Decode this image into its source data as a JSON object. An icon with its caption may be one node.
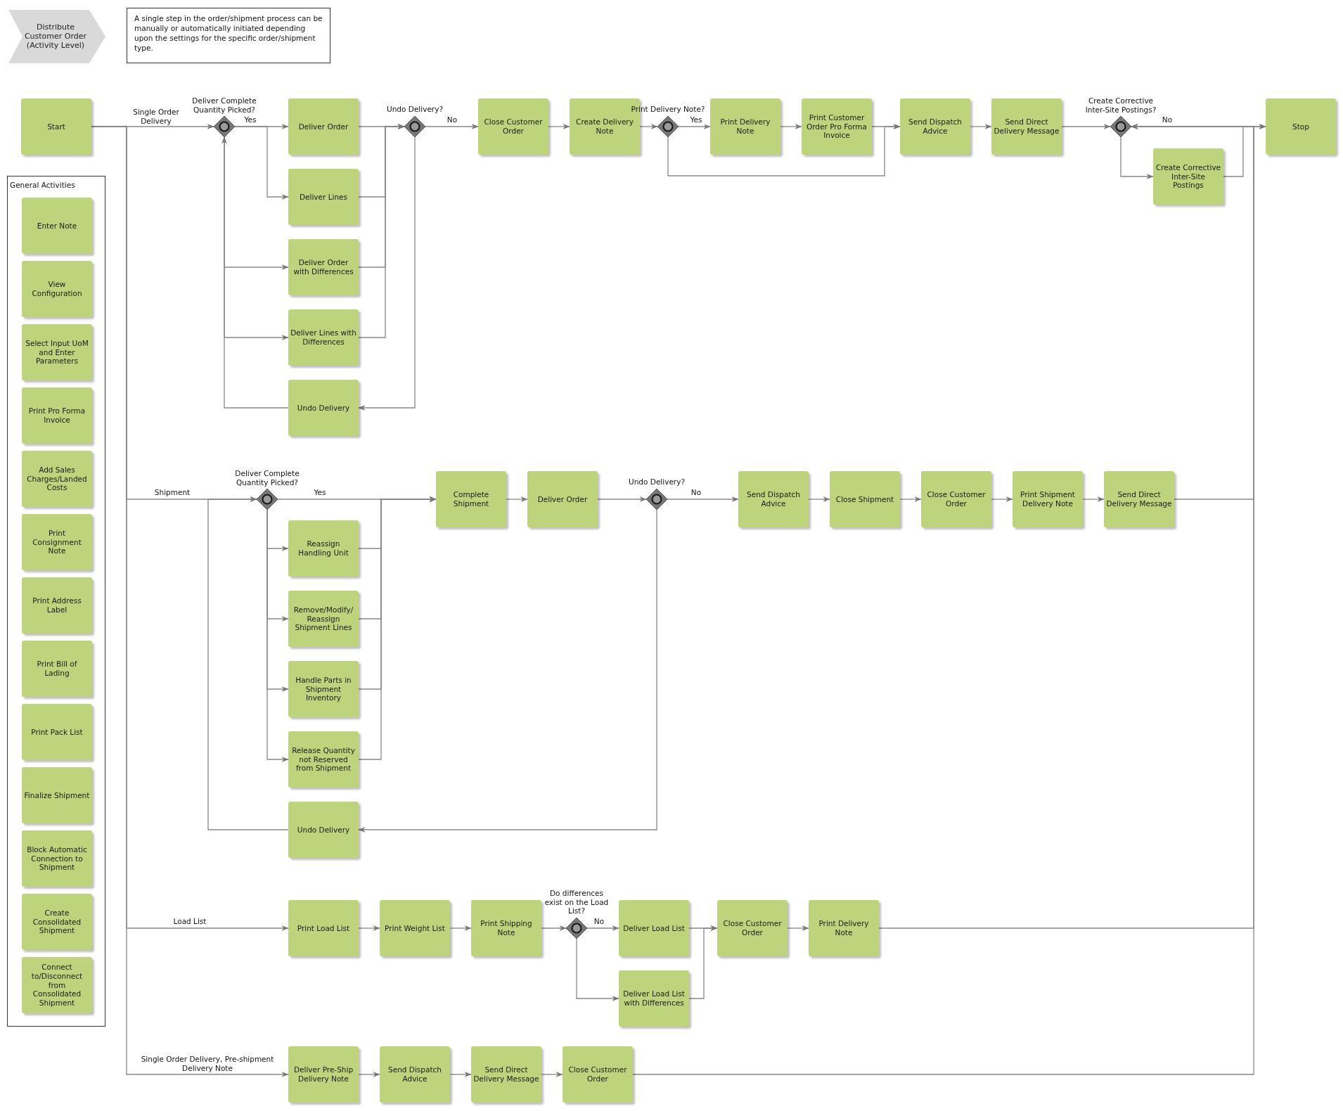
{
  "diagram": {
    "title": "Distribute Customer Order (Activity Level)",
    "nodes": [
      {
        "text": [
          "Start"
        ]
      },
      {
        "text": [],
        "shape": "diamond",
        "beside": [
          "Deliver Complete Quantity Picked?"
        ]
      },
      {
        "text": [
          "Deliver Order"
        ]
      },
      {
        "text": [
          "Deliver Lines"
        ]
      },
      {
        "text": [
          "Deliver Order with Differences"
        ]
      },
      {
        "text": [
          "Deliver Lines with Differences"
        ]
      },
      {
        "text": [
          "Undo Delivery"
        ]
      },
      {
        "text": [],
        "shape": "diamond",
        "beside": [
          "Undo Delivery?"
        ]
      },
      {
        "text": [
          "Close Customer Order"
        ]
      },
      {
        "text": [
          "Create Delivery Note"
        ]
      },
      {
        "text": [],
        "shape": "diamond",
        "beside": [
          "Print Delivery Note?"
        ]
      },
      {
        "text": [
          "Print Delivery Note"
        ]
      },
      {
        "text": [
          "Print Customer Order Pro Forma Invoice"
        ]
      },
      {
        "text": [
          "Send Dispatch Advice"
        ]
      },
      {
        "text": [
          "Send Direct Delivery Message"
        ]
      },
      {
        "text": [],
        "shape": "diamond",
        "beside": [
          "Create Corrective Inter-Site Postings?"
        ]
      },
      {
        "text": [
          "Create Corrective Inter-Site Postings"
        ]
      },
      {
        "text": [
          "Stop"
        ]
      },
      {
        "text": [
          "General Activities"
        ]
      },
      {
        "text": [
          "Enter Note"
        ],
        "in": 18
      },
      {
        "text": [
          "View Configuration"
        ],
        "in": 18
      },
      {
        "text": [
          "Select Input UoM and Enter Parameters"
        ],
        "in": 18
      },
      {
        "text": [
          "Print Pro Forma Invoice"
        ],
        "in": 18
      },
      {
        "text": [
          "Add Sales Charges/Landed Costs"
        ],
        "in": 18
      },
      {
        "text": [
          "Print Consignment Note"
        ],
        "in": 18
      },
      {
        "text": [
          "Print Address Label"
        ],
        "in": 18
      },
      {
        "text": [
          "Print Bill of Lading"
        ],
        "in": 18
      },
      {
        "text": [
          "Print Pack List"
        ],
        "in": 18
      },
      {
        "text": [
          "Finalize Shipment"
        ],
        "in": 18
      },
      {
        "text": [
          "Block Automatic Connection to Shipment"
        ],
        "in": 18
      },
      {
        "text": [
          "Create Consolidated Shipment"
        ],
        "in": 18
      },
      {
        "text": [
          "Connect to/Disconnect from Consolidated Shipment"
        ],
        "in": 18
      },
      {
        "text": [],
        "shape": "diamond",
        "beside": [
          "Deliver Complete Quantity Picked?"
        ]
      },
      {
        "text": [
          "Complete Shipment"
        ]
      },
      {
        "text": [
          "Deliver Order"
        ]
      },
      {
        "text": [],
        "shape": "diamond",
        "beside": [
          "Undo Delivery?"
        ]
      },
      {
        "text": [
          "Send Dispatch Advice"
        ]
      },
      {
        "text": [
          "Close Shipment"
        ]
      },
      {
        "text": [
          "Close Customer Order"
        ]
      },
      {
        "text": [
          "Print Shipment Delivery Note"
        ]
      },
      {
        "text": [
          "Send Direct Delivery Message"
        ]
      },
      {
        "text": [
          "Reassign Handling Unit"
        ]
      },
      {
        "text": [
          "Remove/Modify/ Reassign Shipment Lines"
        ]
      },
      {
        "text": [
          "Handle Parts in Shipment Inventory"
        ]
      },
      {
        "text": [
          "Release Quantity not Reserved from Shipment"
        ]
      },
      {
        "text": [
          "Undo Delivery"
        ]
      },
      {
        "text": [
          "Print Load List"
        ]
      },
      {
        "text": [
          "Print Weight List"
        ]
      },
      {
        "text": [
          "Print Shipping Note"
        ]
      },
      {
        "text": [],
        "shape": "diamond",
        "beside": [
          "Do differences exist on the Load List?"
        ]
      },
      {
        "text": [
          "Deliver Load List"
        ]
      },
      {
        "text": [
          "Close Customer Order"
        ]
      },
      {
        "text": [
          "Print Delivery Note"
        ]
      },
      {
        "text": [
          "Deliver Load List with Differences"
        ]
      },
      {
        "text": [
          "Deliver Pre-Ship Delivery Note"
        ]
      },
      {
        "text": [
          "Send Dispatch Advice"
        ]
      },
      {
        "text": [
          "Send Direct Delivery Message"
        ]
      },
      {
        "text": [
          "Close Customer Order"
        ]
      }
    ],
    "edges": [
      {
        "from": 0,
        "to": 1,
        "arrow": "to",
        "label": "Single Order Delivery"
      },
      {
        "from": 0,
        "to": 32,
        "arrow": "to",
        "label": "Shipment"
      },
      {
        "from": 0,
        "to": 46,
        "arrow": "to",
        "label": "Load List"
      },
      {
        "from": 0,
        "to": 54,
        "arrow": "to",
        "label": "Single Order Delivery, Pre-shipment Delivery Note"
      },
      {
        "from": 1,
        "to": 2,
        "arrow": "to",
        "label": "Yes"
      },
      {
        "from": 1,
        "to": 3,
        "arrow": "to"
      },
      {
        "from": 1,
        "to": 4,
        "arrow": "to"
      },
      {
        "from": 1,
        "to": 5,
        "arrow": "to"
      },
      {
        "from": 6,
        "to": 1,
        "arrow": "to"
      },
      {
        "from": 2,
        "to": 7,
        "arrow": "to"
      },
      {
        "from": 3,
        "to": 7,
        "arrow": "to"
      },
      {
        "from": 4,
        "to": 7,
        "arrow": "to"
      },
      {
        "from": 5,
        "to": 7,
        "arrow": "to"
      },
      {
        "from": 7,
        "to": 6,
        "arrow": "to"
      },
      {
        "from": 7,
        "to": 8,
        "arrow": "to",
        "label": "No"
      },
      {
        "from": 8,
        "to": 9,
        "arrow": "to"
      },
      {
        "from": 9,
        "to": 10,
        "arrow": "to"
      },
      {
        "from": 10,
        "to": 11,
        "arrow": "to",
        "label": "Yes"
      },
      {
        "from": 11,
        "to": 12,
        "arrow": "to"
      },
      {
        "from": 12,
        "to": 13,
        "arrow": "to"
      },
      {
        "from": 10,
        "to": 13,
        "arrow": "to"
      },
      {
        "from": 13,
        "to": 14,
        "arrow": "to"
      },
      {
        "from": 14,
        "to": 15,
        "arrow": "to"
      },
      {
        "from": 15,
        "to": 16,
        "arrow": "to"
      },
      {
        "from": 15,
        "to": 17,
        "arrow": "to",
        "label": "No"
      },
      {
        "from": 16,
        "to": 17,
        "arrow": "to"
      },
      {
        "from": 40,
        "to": 15,
        "arrow": "to"
      },
      {
        "from": 52,
        "to": 15,
        "arrow": "to"
      },
      {
        "from": 57,
        "to": 15,
        "arrow": "to"
      },
      {
        "from": 32,
        "to": 33,
        "arrow": "to",
        "label": "Yes"
      },
      {
        "from": 32,
        "to": 41,
        "arrow": "to"
      },
      {
        "from": 32,
        "to": 42,
        "arrow": "to"
      },
      {
        "from": 32,
        "to": 43,
        "arrow": "to"
      },
      {
        "from": 32,
        "to": 44,
        "arrow": "to"
      },
      {
        "from": 41,
        "to": 33,
        "arrow": "to"
      },
      {
        "from": 42,
        "to": 33,
        "arrow": "to"
      },
      {
        "from": 43,
        "to": 33,
        "arrow": "to"
      },
      {
        "from": 44,
        "to": 33,
        "arrow": "to"
      },
      {
        "from": 45,
        "to": 32,
        "arrow": "to"
      },
      {
        "from": 33,
        "to": 34,
        "arrow": "to"
      },
      {
        "from": 34,
        "to": 35,
        "arrow": "to"
      },
      {
        "from": 35,
        "to": 45,
        "arrow": "to"
      },
      {
        "from": 35,
        "to": 36,
        "arrow": "to",
        "label": "No"
      },
      {
        "from": 36,
        "to": 37,
        "arrow": "to"
      },
      {
        "from": 37,
        "to": 38,
        "arrow": "to"
      },
      {
        "from": 38,
        "to": 39,
        "arrow": "to"
      },
      {
        "from": 39,
        "to": 40,
        "arrow": "to"
      },
      {
        "from": 46,
        "to": 47,
        "arrow": "to"
      },
      {
        "from": 47,
        "to": 48,
        "arrow": "to"
      },
      {
        "from": 48,
        "to": 49,
        "arrow": "to"
      },
      {
        "from": 49,
        "to": 50,
        "arrow": "to",
        "label": "No"
      },
      {
        "from": 49,
        "to": 53,
        "arrow": "to"
      },
      {
        "from": 50,
        "to": 51,
        "arrow": "to"
      },
      {
        "from": 53,
        "to": 51,
        "arrow": "to"
      },
      {
        "from": 51,
        "to": 52,
        "arrow": "to"
      },
      {
        "from": 54,
        "to": 55,
        "arrow": "to"
      },
      {
        "from": 55,
        "to": 56,
        "arrow": "to"
      },
      {
        "from": 56,
        "to": 57,
        "arrow": "to"
      }
    ],
    "labels": [
      "A single step in the order/shipment process can be manually or automatically initiated depending upon the settings for the specific order/shipment type."
    ]
  }
}
